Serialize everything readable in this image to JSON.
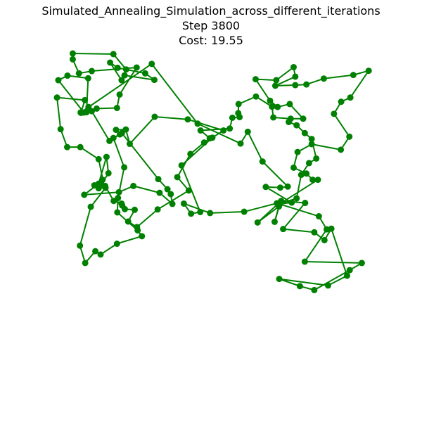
{
  "title_lines": {
    "line1": "Simulated_Annealing_Simulation_across_different_iterations",
    "line2": "Step 3800",
    "line3": "Cost: 19.55"
  },
  "chart_data": {
    "type": "line",
    "title": "Simulated_Annealing_Simulation_across_different_iterations\nStep 3800\nCost: 19.55",
    "step": 3800,
    "cost": 19.55,
    "axes_visible": false,
    "grid": false,
    "color": "#008000",
    "xlim": [
      0,
      1
    ],
    "ylim": [
      0,
      1
    ],
    "tour": [
      [
        0.198,
        0.956
      ],
      [
        0.175,
        0.972
      ],
      [
        0.21,
        0.918
      ],
      [
        0.219,
        0.933
      ],
      [
        0.31,
        0.919
      ],
      [
        0.282,
        0.939
      ],
      [
        0.224,
        0.951
      ],
      [
        0.185,
        0.998
      ],
      [
        0.061,
        1.0
      ],
      [
        0.061,
        0.982
      ],
      [
        0.08,
        0.939
      ],
      [
        0.119,
        0.946
      ],
      [
        0.256,
        0.957
      ],
      [
        0.204,
        0.874
      ],
      [
        0.196,
        0.833
      ],
      [
        0.134,
        0.831
      ],
      [
        0.095,
        0.819
      ],
      [
        0.017,
        0.918
      ],
      [
        0.045,
        0.932
      ],
      [
        0.108,
        0.924
      ],
      [
        0.103,
        0.82
      ],
      [
        0.085,
        0.819
      ],
      [
        0.302,
        0.968
      ],
      [
        0.442,
        0.785
      ],
      [
        0.573,
        0.724
      ],
      [
        0.595,
        0.76
      ],
      [
        0.64,
        0.669
      ],
      [
        0.717,
        0.592
      ],
      [
        0.694,
        0.589
      ],
      [
        0.65,
        0.591
      ],
      [
        0.729,
        0.543
      ],
      [
        0.693,
        0.539
      ],
      [
        0.677,
        0.484
      ],
      [
        0.69,
        0.531
      ],
      [
        0.625,
        0.482
      ],
      [
        0.697,
        0.548
      ],
      [
        0.77,
        0.542
      ],
      [
        0.703,
        0.462
      ],
      [
        0.798,
        0.452
      ],
      [
        0.829,
        0.428
      ],
      [
        0.85,
        0.463
      ],
      [
        0.898,
        0.319
      ],
      [
        0.84,
        0.289
      ],
      [
        0.691,
        0.309
      ],
      [
        0.754,
        0.287
      ],
      [
        0.798,
        0.275
      ],
      [
        0.906,
        0.336
      ],
      [
        0.943,
        0.358
      ],
      [
        0.769,
        0.362
      ],
      [
        0.836,
        0.461
      ],
      [
        0.812,
        0.501
      ],
      [
        0.684,
        0.541
      ],
      [
        0.584,
        0.515
      ],
      [
        0.48,
        0.511
      ],
      [
        0.4,
        0.54
      ],
      [
        0.422,
        0.509
      ],
      [
        0.45,
        0.514
      ],
      [
        0.393,
        0.657
      ],
      [
        0.487,
        0.742
      ],
      [
        0.521,
        0.764
      ],
      [
        0.412,
        0.798
      ],
      [
        0.311,
        0.806
      ],
      [
        0.235,
        0.723
      ],
      [
        0.223,
        0.767
      ],
      [
        0.193,
        0.766
      ],
      [
        0.205,
        0.752
      ],
      [
        0.173,
        0.732
      ],
      [
        0.119,
        0.823
      ],
      [
        0.109,
        0.836
      ],
      [
        0.086,
        0.818
      ],
      [
        0.098,
        0.857
      ],
      [
        0.013,
        0.865
      ],
      [
        0.024,
        0.768
      ],
      [
        0.044,
        0.713
      ],
      [
        0.084,
        0.713
      ],
      [
        0.14,
        0.676
      ],
      [
        0.157,
        0.593
      ],
      [
        0.152,
        0.613
      ],
      [
        0.127,
        0.596
      ],
      [
        0.14,
        0.587
      ],
      [
        0.17,
        0.633
      ],
      [
        0.164,
        0.683
      ],
      [
        0.14,
        0.601
      ],
      [
        0.096,
        0.567
      ],
      [
        0.202,
        0.575
      ],
      [
        0.246,
        0.594
      ],
      [
        0.326,
        0.573
      ],
      [
        0.365,
        0.539
      ],
      [
        0.36,
        0.569
      ],
      [
        0.35,
        0.584
      ],
      [
        0.322,
        0.615
      ],
      [
        0.211,
        0.756
      ],
      [
        0.185,
        0.741
      ],
      [
        0.218,
        0.651
      ],
      [
        0.199,
        0.557
      ],
      [
        0.197,
        0.513
      ],
      [
        0.259,
        0.458
      ],
      [
        0.272,
        0.44
      ],
      [
        0.196,
        0.417
      ],
      [
        0.146,
        0.384
      ],
      [
        0.13,
        0.394
      ],
      [
        0.099,
        0.358
      ],
      [
        0.083,
        0.411
      ],
      [
        0.116,
        0.53
      ],
      [
        0.161,
        0.588
      ],
      [
        0.16,
        0.594
      ],
      [
        0.186,
        0.548
      ],
      [
        0.21,
        0.54
      ],
      [
        0.212,
        0.534
      ],
      [
        0.22,
        0.523
      ],
      [
        0.25,
        0.521
      ],
      [
        0.23,
        0.485
      ],
      [
        0.257,
        0.468
      ],
      [
        0.32,
        0.522
      ],
      [
        0.415,
        0.58
      ],
      [
        0.38,
        0.621
      ],
      [
        0.42,
        0.692
      ],
      [
        0.462,
        0.727
      ],
      [
        0.479,
        0.74
      ],
      [
        0.451,
        0.764
      ],
      [
        0.54,
        0.77
      ],
      [
        0.548,
        0.803
      ],
      [
        0.57,
        0.805
      ],
      [
        0.566,
        0.817
      ],
      [
        0.567,
        0.845
      ],
      [
        0.62,
        0.868
      ],
      [
        0.669,
        0.837
      ],
      [
        0.673,
        0.804
      ],
      [
        0.726,
        0.8
      ],
      [
        0.764,
        0.8
      ],
      [
        0.723,
        0.845
      ],
      [
        0.686,
        0.836
      ],
      [
        0.663,
        0.855
      ],
      [
        0.619,
        0.921
      ],
      [
        0.682,
        0.918
      ],
      [
        0.735,
        0.958
      ],
      [
        0.74,
        0.929
      ],
      [
        0.679,
        0.901
      ],
      [
        0.74,
        0.903
      ],
      [
        0.774,
        0.905
      ],
      [
        0.827,
        0.923
      ],
      [
        0.917,
        0.934
      ],
      [
        0.964,
        0.947
      ],
      [
        0.908,
        0.865
      ],
      [
        0.88,
        0.852
      ],
      [
        0.858,
        0.815
      ],
      [
        0.905,
        0.745
      ],
      [
        0.879,
        0.705
      ],
      [
        0.79,
        0.722
      ],
      [
        0.747,
        0.698
      ],
      [
        0.735,
        0.65
      ],
      [
        0.774,
        0.632
      ],
      [
        0.793,
        0.613
      ],
      [
        0.809,
        0.613
      ],
      [
        0.694,
        0.54
      ],
      [
        0.744,
        0.556
      ],
      [
        0.758,
        0.628
      ],
      [
        0.782,
        0.664
      ],
      [
        0.804,
        0.678
      ],
      [
        0.79,
        0.738
      ],
      [
        0.769,
        0.756
      ],
      [
        0.744,
        0.78
      ],
      [
        0.72,
        0.79
      ]
    ]
  }
}
